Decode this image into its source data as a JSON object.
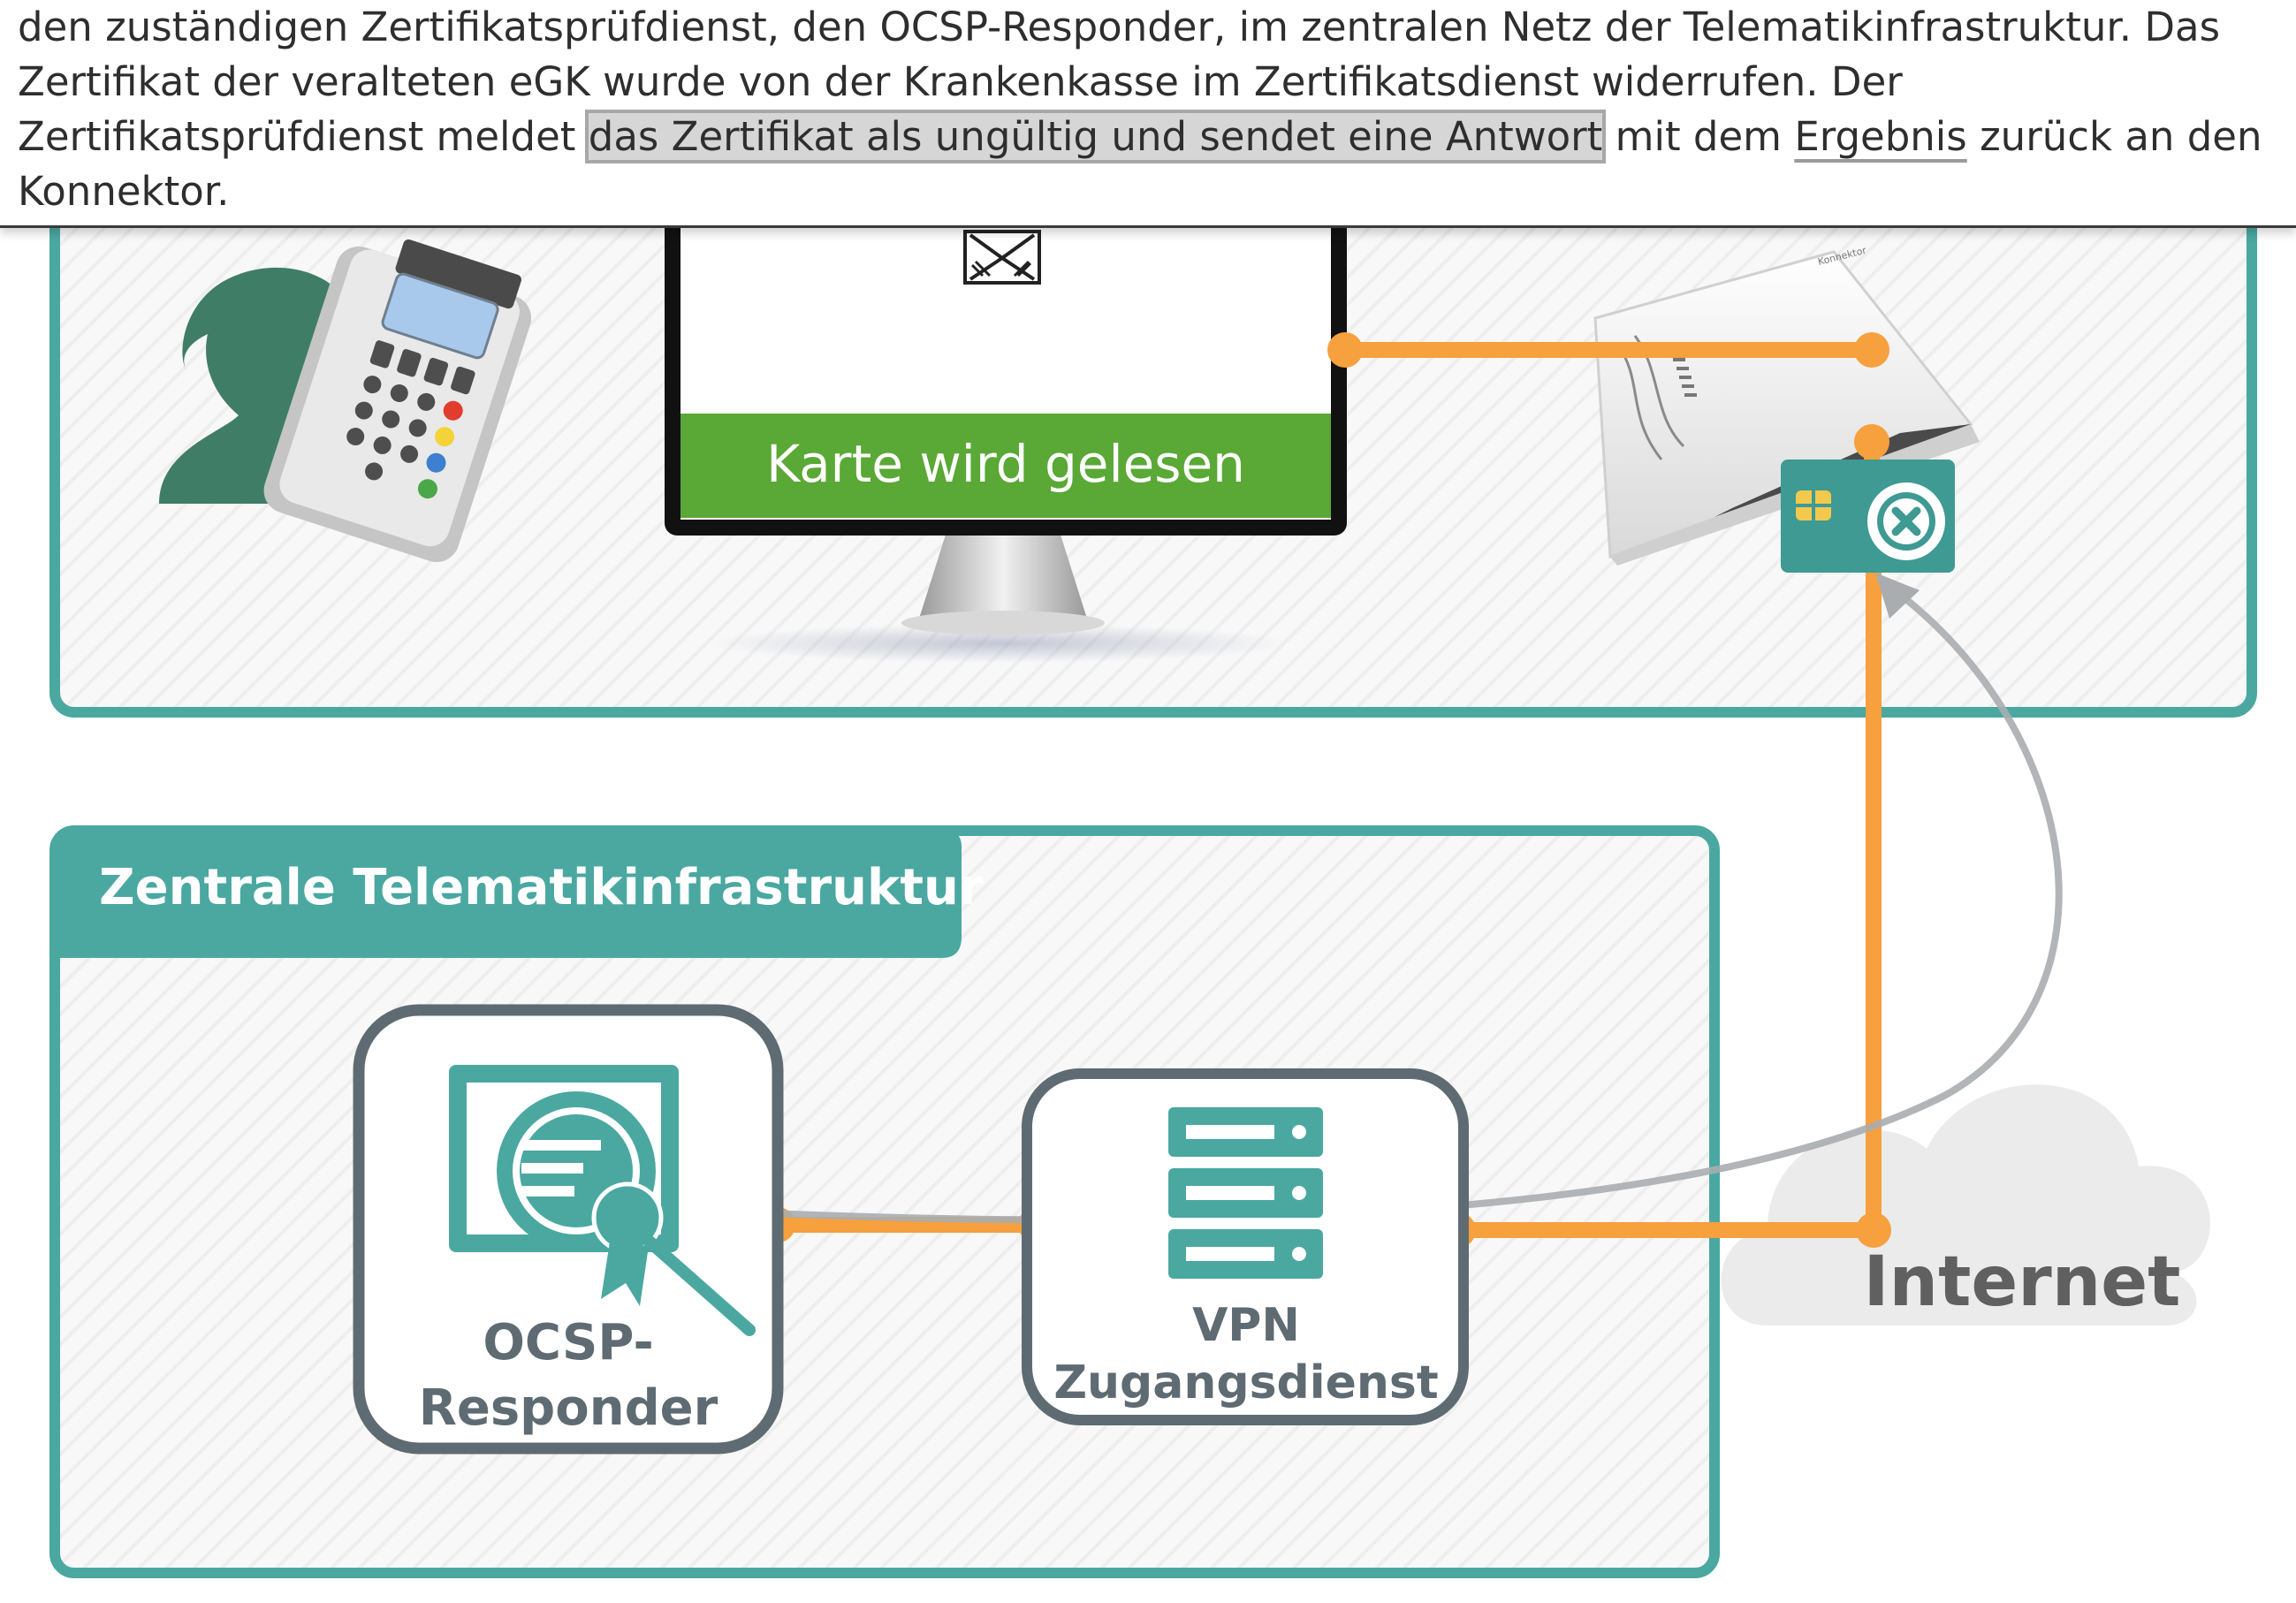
{
  "caption": {
    "line1": "den zuständigen Zertifikatsprüfdienst, den OCSP-Responder, im zentralen Netz der Telematikinfrastruktur. Das",
    "line2": "Zertifikat der veralteten eGK wurde von der Krankenkasse im Zertifikatsdienst widerrufen. Der",
    "line3_before": "Zertifikatsprüfdienst meldet",
    "line3_highlight": "das Zertifikat als ungültig und sendet eine Antwort",
    "line3_mid": "mit dem",
    "line3_underlined": "Ergebnis",
    "line3_after": "zurück an den",
    "line4": "Konnektor."
  },
  "monitor": {
    "status": "Karte wird gelesen"
  },
  "connector_label": "Konnektor",
  "central_ti": {
    "title": "Zentrale Telematikinfrastruktur"
  },
  "ocsp": {
    "label_line1": "OCSP-",
    "label_line2": "Responder"
  },
  "vpn": {
    "label_line1": "VPN",
    "label_line2": "Zugangsdienst"
  },
  "internet": {
    "label": "Internet"
  },
  "colors": {
    "teal": "#4aa8a1",
    "teal_dark": "#3e9a93",
    "slate": "#5f6b72",
    "orange": "#f6a03e",
    "green": "#5aa836",
    "person": "#3f7d67",
    "gray_arrow": "#a9adaf"
  }
}
